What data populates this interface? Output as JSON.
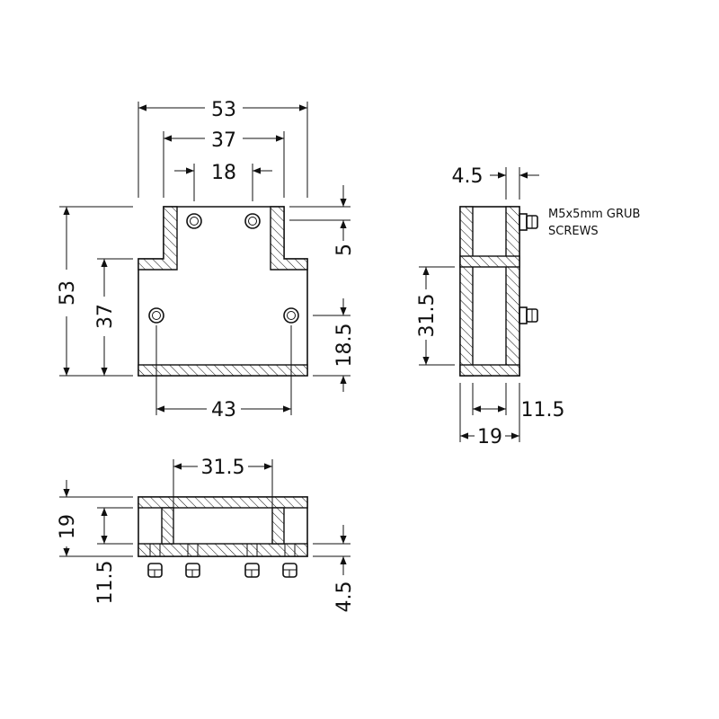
{
  "front_view": {
    "overall_width": "53",
    "top_outer_width": "37",
    "hole_spacing_top": "18",
    "overall_height": "53",
    "body_height": "37",
    "wall_thickness": "5",
    "hole_height": "18.5",
    "bottom_hole_spacing": "43"
  },
  "side_view": {
    "wall_thickness": "4.5",
    "inner_height": "31.5",
    "depth": "19",
    "inner_depth": "11.5",
    "note_line1": "M5x5mm GRUB",
    "note_line2": "SCREWS"
  },
  "bottom_view": {
    "inner_width": "31.5",
    "overall_height": "19",
    "inner_height": "11.5",
    "wall_thickness": "4.5"
  }
}
